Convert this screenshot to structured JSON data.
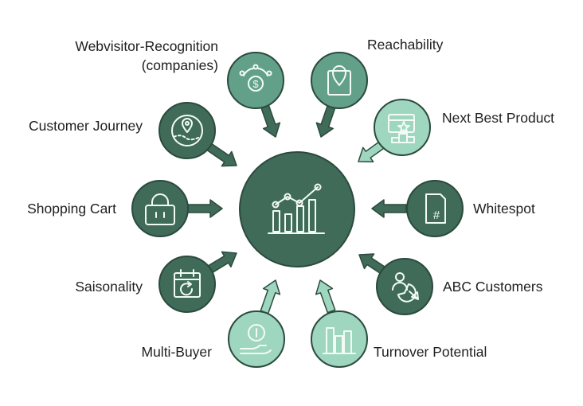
{
  "center": {
    "icon": "analytics-chart-icon"
  },
  "colors": {
    "dark": "#3f6b58",
    "medium": "#62a08a",
    "light": "#9fd6bf",
    "outline": "#2c4a3e",
    "icon_stroke": "#f2fbf6",
    "label": "#1f1f1f"
  },
  "nodes": [
    {
      "id": "webvisitor",
      "label_lines": [
        "Webvisitor-Recognition",
        "(companies)"
      ],
      "icon": "coin-cycle-icon"
    },
    {
      "id": "reachability",
      "label_lines": [
        "Reachability"
      ],
      "icon": "location-pin-icon"
    },
    {
      "id": "next-best-product",
      "label_lines": [
        "Next Best Product"
      ],
      "icon": "award-podium-icon"
    },
    {
      "id": "whitespot",
      "label_lines": [
        "Whitespot"
      ],
      "icon": "hash-document-icon"
    },
    {
      "id": "abc-customers",
      "label_lines": [
        "ABC Customers"
      ],
      "icon": "customer-pie-icon"
    },
    {
      "id": "turnover-potential",
      "label_lines": [
        "Turnover Potential"
      ],
      "icon": "bar-chart-icon"
    },
    {
      "id": "multi-buyer",
      "label_lines": [
        "Multi-Buyer"
      ],
      "icon": "hand-coin-icon"
    },
    {
      "id": "saisonality",
      "label_lines": [
        "Saisonality"
      ],
      "icon": "calendar-refresh-icon"
    },
    {
      "id": "shopping-cart",
      "label_lines": [
        "Shopping Cart"
      ],
      "icon": "shopping-basket-icon"
    },
    {
      "id": "customer-journey",
      "label_lines": [
        "Customer Journey"
      ],
      "icon": "journey-map-icon"
    }
  ]
}
